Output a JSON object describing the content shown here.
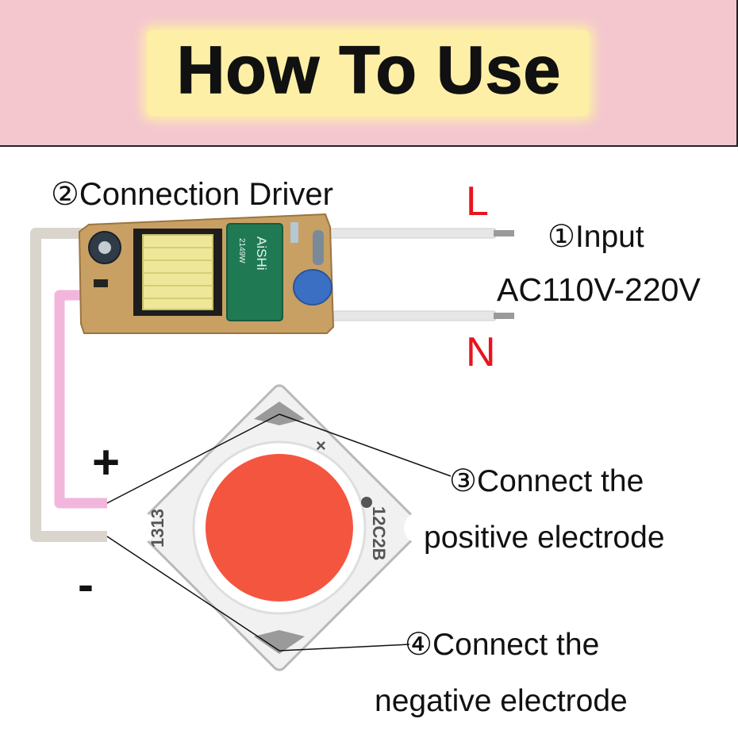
{
  "header": {
    "title": "How To Use",
    "background": "#f4c7cf",
    "plate_color": "#fdf0a6"
  },
  "labels": {
    "driver": "②Connection Driver",
    "input": "①Input",
    "voltage": "AC110V-220V",
    "live": "L",
    "neutral": "N",
    "positive_line1": "③Connect the",
    "positive_line2": "positive electrode",
    "negative_line1": "④Connect the",
    "negative_line2": "negative electrode",
    "plus": "+",
    "minus": "-"
  },
  "led_chip": {
    "left_marking": "1313",
    "right_marking": "12C2B",
    "corner_mark": "×",
    "emitter_color": "#f4553f"
  },
  "driver_board": {
    "capacitor_text": "AiSHi",
    "capacitor_subtext": "2149W"
  },
  "colors": {
    "accent_red": "#e8141e",
    "positive_wire": "#f2b6dc",
    "negative_wire": "#d9d5cc",
    "ac_wire": "#e6e6e6"
  }
}
